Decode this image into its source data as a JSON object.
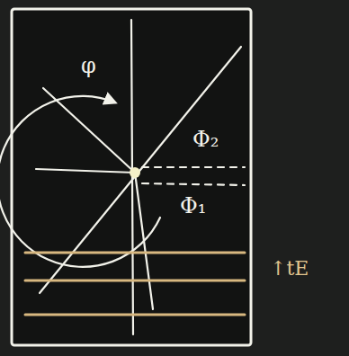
{
  "diagram": {
    "labels": [
      "φ",
      "Φ₂",
      "Φ₁",
      "↑tE"
    ]
  }
}
